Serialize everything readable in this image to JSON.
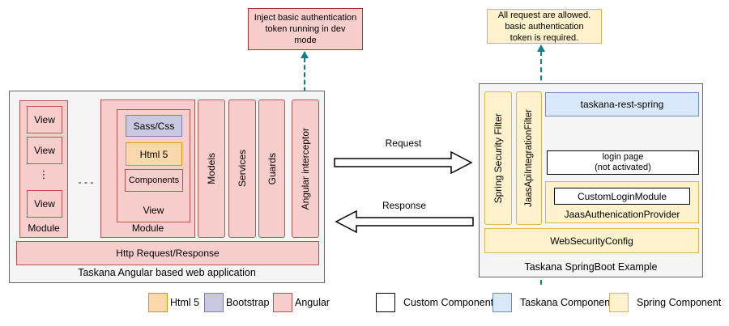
{
  "colors": {
    "angular_fill": "#f8cecc",
    "angular_stroke": "#b85450",
    "annotation_red_stroke": "#a33833",
    "html5_fill": "#fad7ac",
    "html5_stroke": "#d79b00",
    "bootstrap_fill": "#c8c8e0",
    "bootstrap_stroke": "#7a7fae",
    "taskana_fill": "#dae8fc",
    "taskana_stroke": "#6c8ebf",
    "spring_fill": "#fff2cc",
    "spring_stroke": "#d6b656",
    "custom_fill": "#ffffff",
    "custom_stroke": "#000000",
    "container_fill": "#f5f5f5",
    "container_stroke": "#666666",
    "dashed_arrow": "#10808c"
  },
  "annotations": {
    "left": "Inject basic authentication\ntoken running in dev\nmode",
    "right": "All request are allowed.\nbasic authentication\ntoken is required."
  },
  "left_app": {
    "title": "Taskana Angular based web application",
    "module1": {
      "label": "Module",
      "views": [
        "View",
        "View",
        "View"
      ],
      "ellipsis": "⋮"
    },
    "separator": "- - -",
    "module2": {
      "label": "Module",
      "view": {
        "label": "View",
        "sass": "Sass/Css",
        "html5": "Html 5",
        "components": "Components"
      }
    },
    "bars": [
      "Models",
      "Services",
      "Guards",
      "Angular interceptor"
    ],
    "http_bar": "Http Request/Response"
  },
  "flows": {
    "request": "Request",
    "response": "Response"
  },
  "right_app": {
    "title": "Taskana SpringBoot Example",
    "filters": [
      "Spring Security Filter",
      "JaasApiIntegrationFilter"
    ],
    "rest": "taskana-rest-spring",
    "login_page": "login page\n(not activated)",
    "jaas_provider": {
      "label": "JaasAuthenicationProvider",
      "child": "CustomLoginModule"
    },
    "web_security": "WebSecurityConfig"
  },
  "legend": [
    {
      "label": "Html 5"
    },
    {
      "label": "Bootstrap"
    },
    {
      "label": "Angular"
    },
    {
      "label": "Custom Component"
    },
    {
      "label": "Taskana Component"
    },
    {
      "label": "Spring Component"
    }
  ]
}
